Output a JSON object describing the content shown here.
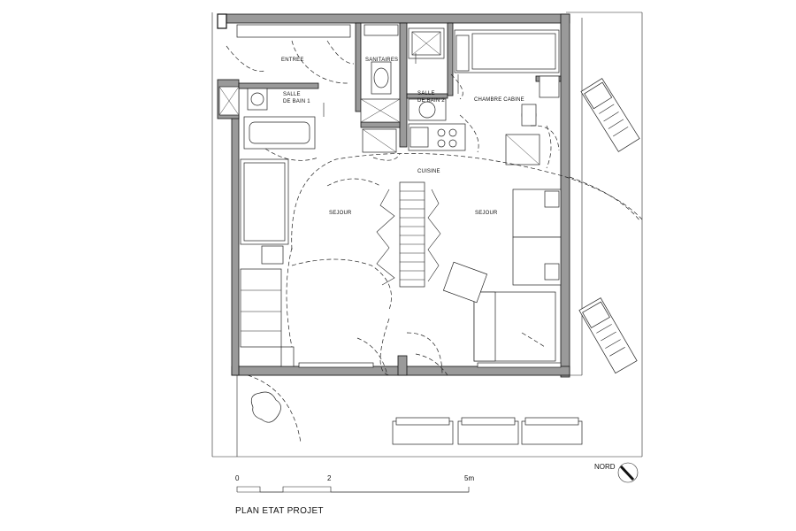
{
  "rooms": {
    "entree": "ENTREE",
    "sanitaires": "SANITAIRES",
    "salle_bain_1_line1": "SALLE",
    "salle_bain_1_line2": "DE BAIN 1",
    "salle_bain_2_line1": "SALLE",
    "salle_bain_2_line2": "DE BAIN 2",
    "chambre_cabine": "CHAMBRE CABINE",
    "cuisine": "CUISINE",
    "sejour_left": "SEJOUR",
    "sejour_right": "SEJOUR"
  },
  "scale": {
    "tick_0": "0",
    "tick_2": "2",
    "tick_5": "5m"
  },
  "north": {
    "label": "NORD"
  },
  "title": "PLAN ETAT PROJET"
}
